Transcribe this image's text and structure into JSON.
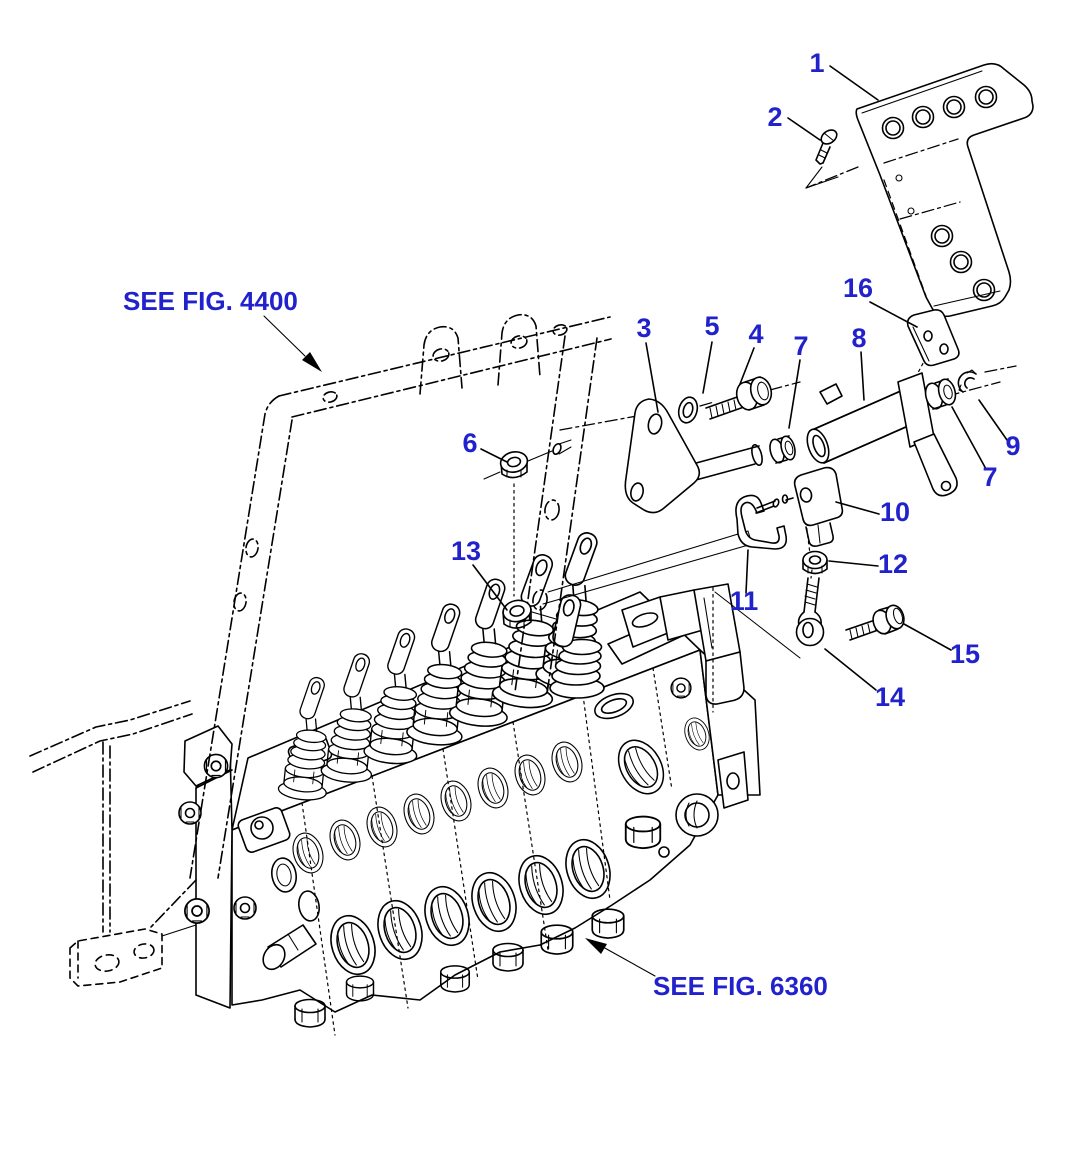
{
  "colors": {
    "background": "#ffffff",
    "line": "#000000",
    "label": "#2222cc"
  },
  "references": [
    {
      "label": "SEE FIG. 4400"
    },
    {
      "label": "SEE FIG. 6360"
    }
  ],
  "callouts": [
    {
      "num": "1"
    },
    {
      "num": "2"
    },
    {
      "num": "3"
    },
    {
      "num": "4"
    },
    {
      "num": "5"
    },
    {
      "num": "6"
    },
    {
      "num": "7"
    },
    {
      "num": "7"
    },
    {
      "num": "8"
    },
    {
      "num": "9"
    },
    {
      "num": "10"
    },
    {
      "num": "11"
    },
    {
      "num": "12"
    },
    {
      "num": "13"
    },
    {
      "num": "14"
    },
    {
      "num": "15"
    },
    {
      "num": "16"
    }
  ]
}
